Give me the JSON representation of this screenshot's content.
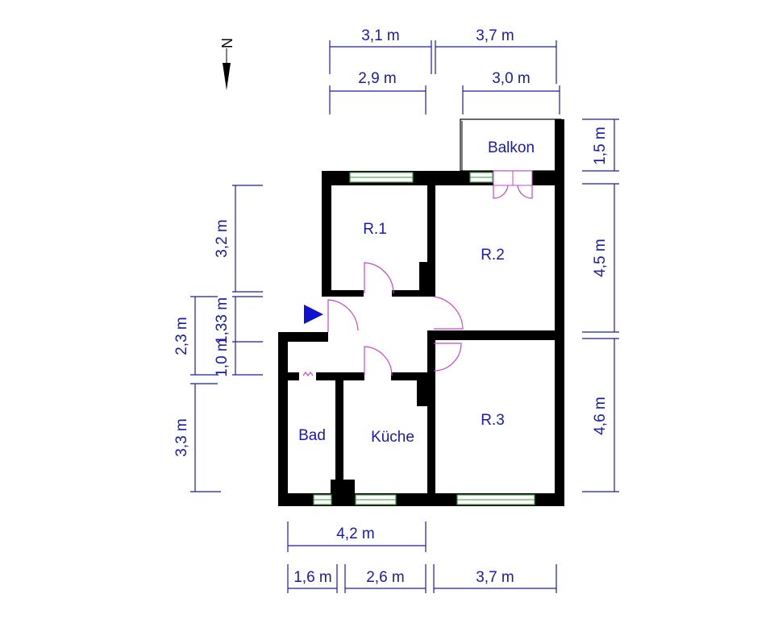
{
  "compass": {
    "label": "N",
    "icon": "north-arrow-icon"
  },
  "rooms": {
    "balkon": "Balkon",
    "r1": "R.1",
    "r2": "R.2",
    "r3": "R.3",
    "bad": "Bad",
    "kueche": "Küche"
  },
  "dimensions": {
    "top_row1_left": "3,1 m",
    "top_row1_right": "3,7 m",
    "top_row2_left": "2,9 m",
    "top_row2_right": "3,0 m",
    "right_balkon": "1,5 m",
    "right_r2": "4,5 m",
    "right_r3": "4,6 m",
    "left_r1": "3,2 m",
    "left_hall": "1,33 m",
    "left_hall2": "1,0 m",
    "left_mid": "2,3 m",
    "left_bottom": "3,3 m",
    "bottom_total": "4,2 m",
    "bottom_bad": "1,6 m",
    "bottom_kueche": "2,6 m",
    "bottom_r3": "3,7 m"
  },
  "colors": {
    "walls": "#000000",
    "dimensions": "#1a1ab0",
    "windows": "#3a9a3a",
    "doors": "#cc44cc",
    "entrance": "#1010d0"
  }
}
